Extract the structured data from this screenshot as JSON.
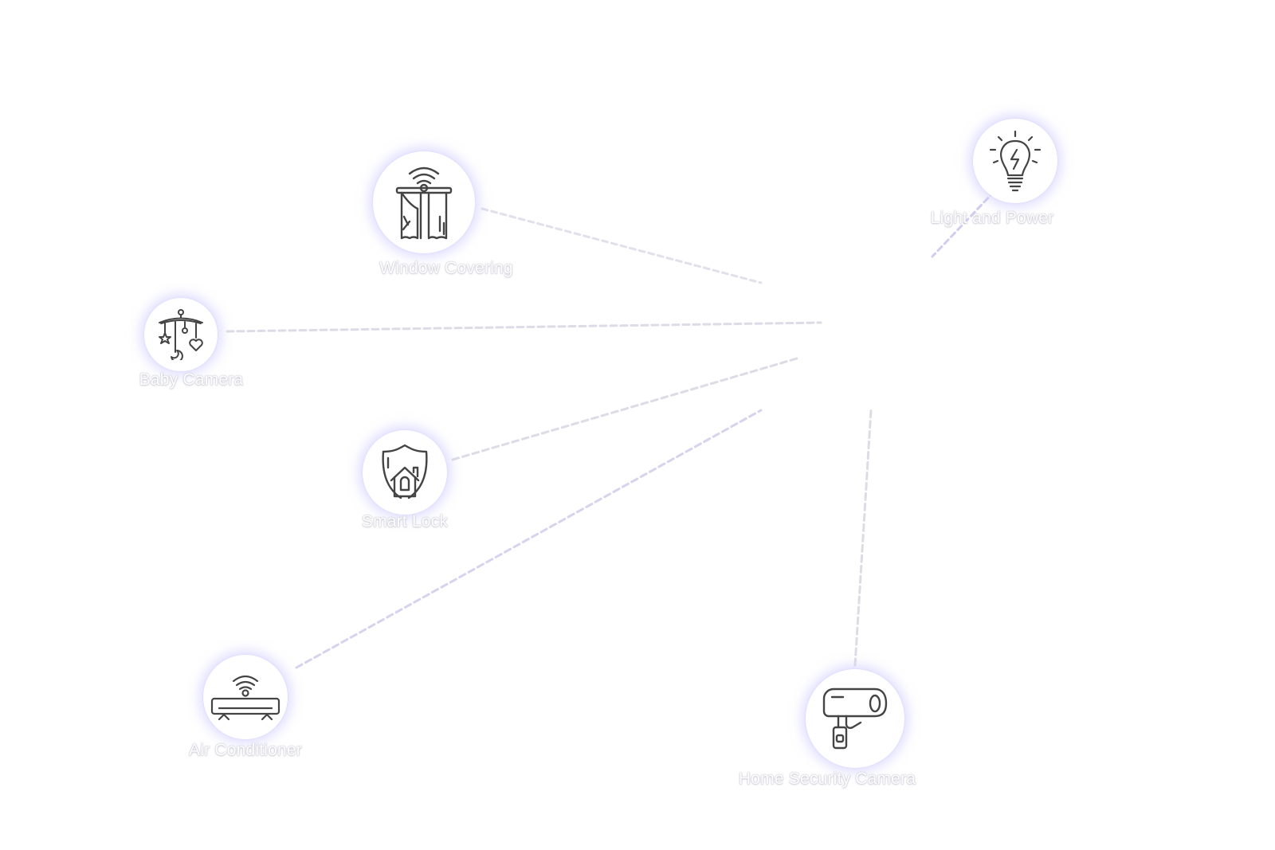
{
  "nodes": [
    {
      "id": "window-covering",
      "icon": "curtain-wifi-icon",
      "label": "Window Covering"
    },
    {
      "id": "lighting",
      "icon": "lightbulb-icon",
      "label": "Light and Power"
    },
    {
      "id": "baby-camera",
      "icon": "baby-mobile-icon",
      "label": "Baby Camera"
    },
    {
      "id": "smart-lock",
      "icon": "home-shield-icon",
      "label": "Smart Lock"
    },
    {
      "id": "air-conditioner",
      "icon": "air-conditioner-wifi-icon",
      "label": "Air Conditioner"
    },
    {
      "id": "security-camera",
      "icon": "security-camera-icon",
      "label": "Home Security Camera"
    }
  ],
  "colors": {
    "link_line": "#d6d4ea",
    "node_glow": "#c8c4ff",
    "icon_stroke": "#444444"
  }
}
